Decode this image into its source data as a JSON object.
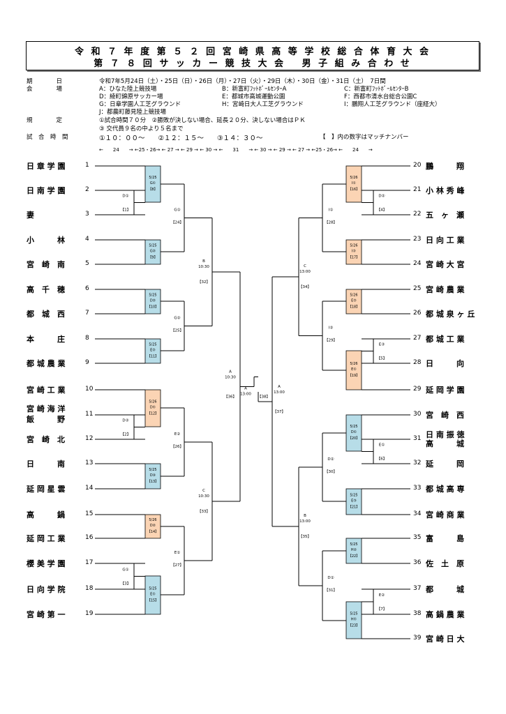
{
  "title": {
    "line1": "令 和 ７ 年 度 第 ５ ２ 回 宮 崎 県 高 等 学 校 総 合 体 育 大 会",
    "line2": "第 ７ ８ 回 サ ッ カ ー 競 技 大 会　 男 子 組 み 合 わ せ"
  },
  "info": {
    "period_label": "期　　　　日",
    "period_value": "令和7年5月24日（土）・25日（日）・26日（月）・27日（火）・29日（木）・30日（金）・31日（土）　7日間",
    "venue_label": "会　　　　場",
    "venues": [
      "A：ひなた陸上競技場",
      "B：新富町ﾌｯﾄﾎﾞｰﾙｾﾝﾀｰA",
      "C：新富町ﾌｯﾄﾎﾞｰﾙｾﾝﾀｰB",
      "D：綾町錦原サッカー場",
      "E：都城市高城運動公園",
      "F：西都市清水台総合公園C",
      "G：日章学園人工芝グラウンド",
      "H：宮崎日大人工芝グラウンド",
      "I：鵬翔人工芝グラウンド（座経大）",
      "J：都農町藤見陸上競技場"
    ],
    "rules_label": "規　　　　定",
    "rule1": "①試合時間７０分　②勝敗が決しない場合、延長２０分、決しない場合はＰＫ",
    "rule2": "③ 交代員９名の中より５名まで",
    "times_label": "試　合　時　間",
    "times": "①１０：００～　　②１２：１５～　　③１４：３０～",
    "match_note": "【　】内の数字はマッチナンバー",
    "date_row": "←　　24　　→ ←25・26→ ← 27 → ← 29 → ← 30 → ←　　31　　→ ← 30 → ← 29 → ← 27 → ←25・26→ ←　　24　　→"
  },
  "teams_left": [
    {
      "name": "日 章 学 園",
      "num": "1"
    },
    {
      "name": "日 南 学 園",
      "num": "2"
    },
    {
      "name": "妻",
      "num": "3"
    },
    {
      "name": "小　　　林",
      "num": "4"
    },
    {
      "name": "宮　崎　南",
      "num": "5"
    },
    {
      "name": "高　千　穂",
      "num": "6"
    },
    {
      "name": "都　城　西",
      "num": "7"
    },
    {
      "name": "本　　　庄",
      "num": "8"
    },
    {
      "name": "都 城 農 業",
      "num": "9"
    },
    {
      "name": "宮 崎 工 業",
      "num": "10"
    },
    {
      "name": "宮 崎 海 洋",
      "num": "11",
      "name2": "飯　　　野"
    },
    {
      "name": "宮　崎　北",
      "num": "12"
    },
    {
      "name": "日　　　南",
      "num": "13"
    },
    {
      "name": "延 岡 星 雲",
      "num": "14"
    },
    {
      "name": "高　　　鍋",
      "num": "15"
    },
    {
      "name": "延 岡 工 業",
      "num": "16"
    },
    {
      "name": "櫻 美 学 園",
      "num": "17"
    },
    {
      "name": "日 向 学 院",
      "num": "18"
    },
    {
      "name": "宮 崎 第 一",
      "num": "19"
    }
  ],
  "teams_right": [
    {
      "num": "20",
      "name": "鵬　　　翔"
    },
    {
      "num": "21",
      "name": "小 林 秀 峰"
    },
    {
      "num": "22",
      "name": "五　ヶ　瀬"
    },
    {
      "num": "23",
      "name": "日 向 工 業"
    },
    {
      "num": "24",
      "name": "宮 崎 大 宮"
    },
    {
      "num": "25",
      "name": "宮 崎 農 業"
    },
    {
      "num": "26",
      "name": "都 城 泉 ヶ 丘"
    },
    {
      "num": "27",
      "name": "都 城 工 業"
    },
    {
      "num": "28",
      "name": "日　　　向"
    },
    {
      "num": "29",
      "name": "延 岡 学 園"
    },
    {
      "num": "30",
      "name": "宮　崎　西"
    },
    {
      "num": "31",
      "name": "日 南 振 徳",
      "name2": "高　　　城"
    },
    {
      "num": "32",
      "name": "延　　　岡"
    },
    {
      "num": "33",
      "name": "都 城 高 専"
    },
    {
      "num": "34",
      "name": "宮 崎 商 業"
    },
    {
      "num": "35",
      "name": "富　　　島"
    },
    {
      "num": "36",
      "name": "佐　土　原"
    },
    {
      "num": "37",
      "name": "都　　　城"
    },
    {
      "num": "38",
      "name": "高 鍋 農 業"
    },
    {
      "num": "39",
      "name": "宮 崎 日 大"
    }
  ],
  "boxes": [
    {
      "date": "5/25",
      "venue": "G①",
      "match": "【8】",
      "color": "blue"
    },
    {
      "date": "5/25",
      "venue": "G②",
      "match": "【9】",
      "color": "blue"
    },
    {
      "date": "5/25",
      "venue": "D②",
      "match": "【10】",
      "color": "blue"
    },
    {
      "date": "5/25",
      "venue": "E②",
      "match": "【11】",
      "color": "blue"
    },
    {
      "date": "5/26",
      "venue": "D①",
      "match": "【12】",
      "color": "orange"
    },
    {
      "date": "5/25",
      "venue": "D③",
      "match": "【13】",
      "color": "blue"
    },
    {
      "date": "5/26",
      "venue": "D②",
      "match": "【14】",
      "color": "orange"
    },
    {
      "date": "5/25",
      "venue": "E①",
      "match": "【15】",
      "color": "blue"
    },
    {
      "date": "5/26",
      "venue": "I①",
      "match": "【16】",
      "color": "orange"
    },
    {
      "date": "5/26",
      "venue": "I②",
      "match": "【17】",
      "color": "orange"
    },
    {
      "date": "5/26",
      "venue": "E②",
      "match": "【18】",
      "color": "orange"
    },
    {
      "date": "5/26",
      "venue": "E①",
      "match": "【19】",
      "color": "orange"
    },
    {
      "date": "5/25",
      "venue": "D①",
      "match": "【20】",
      "color": "blue"
    },
    {
      "date": "5/25",
      "venue": "E③",
      "match": "【21】",
      "color": "blue"
    },
    {
      "date": "5/25",
      "venue": "H②",
      "match": "【22】",
      "color": "blue"
    },
    {
      "date": "5/25",
      "venue": "H①",
      "match": "【23】",
      "color": "blue"
    }
  ],
  "first_round": [
    {
      "venue": "D①",
      "match": "【1】"
    },
    {
      "venue": "G①",
      "match": "【3】"
    },
    {
      "venue": "D③",
      "match": "【2】"
    },
    {
      "venue": "D②",
      "match": "【4】"
    },
    {
      "venue": "E③",
      "match": "【5】"
    },
    {
      "venue": "E①",
      "match": "【6】"
    },
    {
      "venue": "E②",
      "match": "【7】"
    }
  ],
  "round3": [
    {
      "venue": "G①",
      "match": "【24】"
    },
    {
      "venue": "G②",
      "match": "【25】"
    },
    {
      "venue": "E②",
      "match": "【26】"
    },
    {
      "venue": "E①",
      "match": "【27】"
    },
    {
      "venue": "I①",
      "match": "【28】"
    },
    {
      "venue": "I②",
      "match": "【29】"
    },
    {
      "venue": "D②",
      "match": "【30】"
    },
    {
      "venue": "D①",
      "match": "【31】"
    }
  ],
  "quarters": [
    {
      "venue": "B",
      "time": "10:30",
      "match": "【32】"
    },
    {
      "venue": "C",
      "time": "10:30",
      "match": "【33】"
    },
    {
      "venue": "C",
      "time": "13:00",
      "match": "【34】"
    },
    {
      "venue": "B",
      "time": "13:00",
      "match": "【35】"
    }
  ],
  "semis": [
    {
      "venue": "A",
      "time": "10:30",
      "match": "【36】"
    },
    {
      "venue": "A",
      "time": "13:00",
      "match": "【37】"
    }
  ],
  "final": {
    "venue": "A",
    "time": "13:00",
    "match": "【38】"
  },
  "colors": {
    "blue": "#b7dde8",
    "orange": "#fbd4b4"
  }
}
